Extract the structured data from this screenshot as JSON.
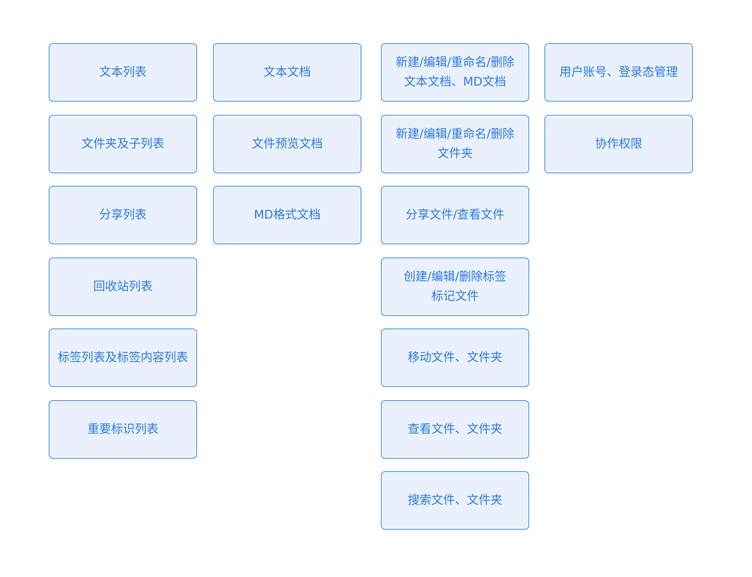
{
  "columns": [
    {
      "items": [
        "文本列表",
        "文件夹及子列表",
        "分享列表",
        "回收站列表",
        "标签列表及标签内容列表",
        "重要标识列表"
      ]
    },
    {
      "items": [
        "文本文档",
        "文件预览文档",
        "MD格式文档"
      ]
    },
    {
      "items": [
        "新建/编辑/重命名/删除\n文本文档、MD文档",
        "新建/编辑/重命名/删除\n文件夹",
        "分享文件/查看文件",
        "创建/编辑/删除标签\n标记文件",
        "移动文件、文件夹",
        "查看文件、文件夹",
        "搜索文件、文件夹"
      ]
    },
    {
      "items": [
        "用户账号、登录态管理",
        "协作权限"
      ]
    }
  ],
  "colors": {
    "box_border": "#3a8ef0",
    "box_fill": "#eaf1fd",
    "box_text": "#2b7be6",
    "background": "#ffffff"
  }
}
